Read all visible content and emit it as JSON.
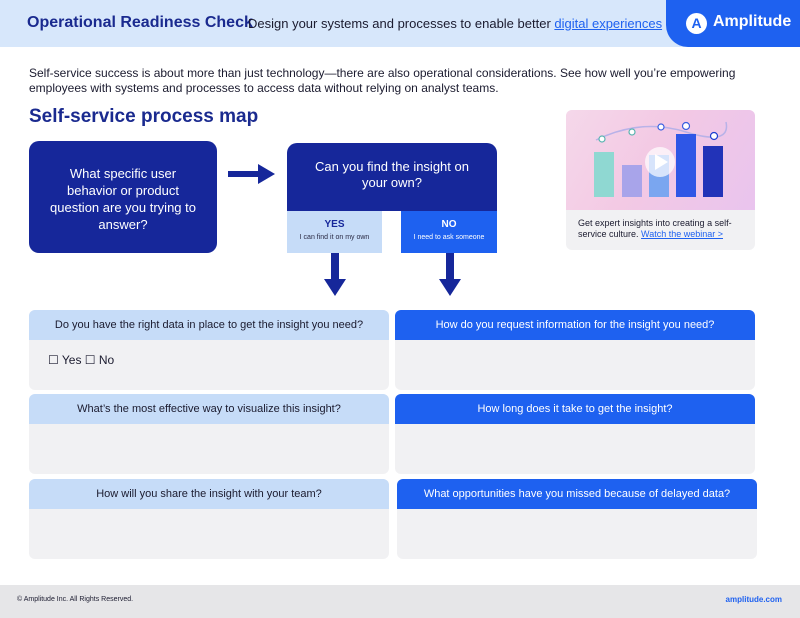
{
  "header": {
    "title": "Operational Readiness Check",
    "subtitle_prefix": "Design your systems and processes to enable better ",
    "subtitle_link": "digital experiences",
    "logo_glyph": "A",
    "logo_text": "Amplitude"
  },
  "intro": "Self-service success is about more than just technology—there are also operational considerations. See how well you’re empowering employees with systems and processes to access data without relying on analyst teams.",
  "section_title": "Self-service process map",
  "flow": {
    "question": "What specific user behavior or product question are you trying to answer?",
    "insight_question": "Can you find the insight on your own?",
    "yes_label": "YES",
    "yes_sub": "I can find it on my own",
    "no_label": "NO",
    "no_sub": "I need to ask someone"
  },
  "webinar": {
    "text": "Get expert insights into creating a self-service culture. ",
    "link": "Watch the webinar >",
    "icon": "play-icon"
  },
  "cards": {
    "left": [
      {
        "question": "Do you have the right data in place to get the insight you need?",
        "options": "☐ Yes ☐ No"
      },
      {
        "question": "What’s the most effective way to visualize this insight?"
      },
      {
        "question": "How will you share the insight with your team?"
      }
    ],
    "right": [
      {
        "question": "How do you request information for the insight you need?"
      },
      {
        "question": "How long does it take to get the insight?"
      },
      {
        "question": "What opportunities have you missed because of delayed data?"
      }
    ]
  },
  "footer": {
    "copyright": "© Amplitude Inc.  All Rights Reserved.",
    "site": "amplitude.com"
  },
  "colors": {
    "navy": "#16279a",
    "brand_blue": "#1e61f0",
    "light_blue": "#c6dcf8",
    "header_bg": "#d7e7fb",
    "card_bg": "#f1f1f3"
  }
}
